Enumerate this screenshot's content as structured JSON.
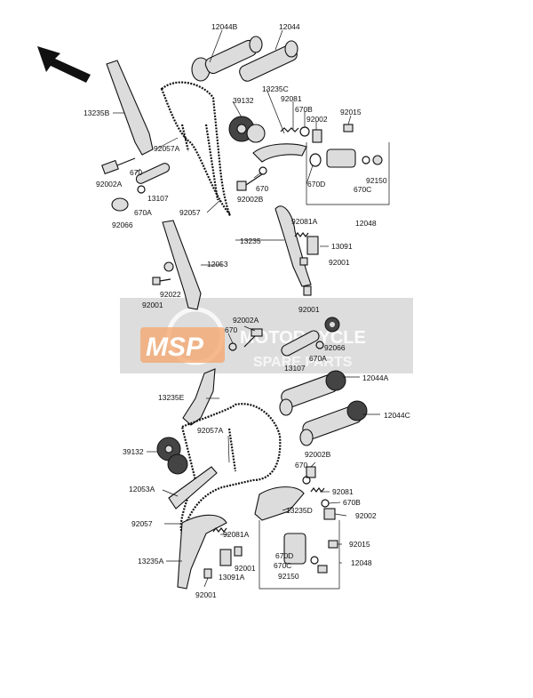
{
  "watermark": {
    "logo": "MSP",
    "line1": "MOTORCYCLE",
    "line2": "SPARE PARTS",
    "colors": {
      "logo_orange": "#f4a46a",
      "band_gray": "#9e9e9e"
    }
  },
  "labels": {
    "p12044B": "12044B",
    "p12044": "12044",
    "p13235B": "13235B",
    "p13235C": "13235C",
    "p39132_top": "39132",
    "p92081_top": "92081",
    "p670B_top": "670B",
    "p92002_top": "92002",
    "p92015_top": "92015",
    "p92057A_top": "92057A",
    "p670_top_left": "670",
    "p92002A_top": "92002A",
    "p13107_top": "13107",
    "p670A_top": "670A",
    "p92066_top": "92066",
    "p670_top_mid": "670",
    "p92002B_top": "92002B",
    "p92057_top": "92057",
    "p670D_top": "670D",
    "p670C_top": "670C",
    "p92150_top": "92150",
    "p12048_top": "12048",
    "p92081A_top": "92081A",
    "p13235": "13235",
    "p13091": "13091",
    "p92001_top_right": "92001",
    "p12053": "12053",
    "p92022": "92022",
    "p92001_top_left": "92001",
    "p92001_mid": "92001",
    "p92002A_bot": "92002A",
    "p670_bot": "670",
    "p92066_bot": "92066",
    "p670A_bot": "670A",
    "p13107_bot": "13107",
    "p13235E": "13235E",
    "p12044A": "12044A",
    "p12044C": "12044C",
    "p92057A_bot": "92057A",
    "p39132_bot": "39132",
    "p92002B_bot": "92002B",
    "p670_bot2": "670",
    "p12053A": "12053A",
    "p92081_bot": "92081",
    "p13235D": "13235D",
    "p670B_bot": "670B",
    "p92057_bot": "92057",
    "p92002_bot": "92002",
    "p92081A_bot": "92081A",
    "p92015_bot": "92015",
    "p13235A": "13235A",
    "p92001_bot_a": "92001",
    "p670D_bot": "670D",
    "p670C_bot": "670C",
    "p92150_bot": "92150",
    "p12048_bot": "12048",
    "p13091A": "13091A",
    "p92001_bot_b": "92001"
  }
}
